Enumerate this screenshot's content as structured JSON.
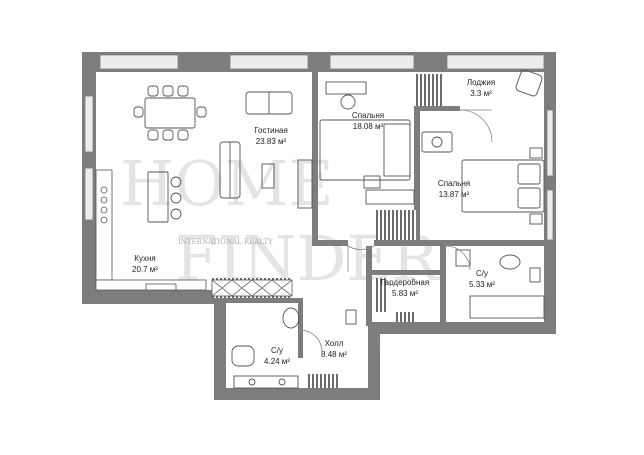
{
  "rooms": [
    {
      "id": "living",
      "name": "Гостиная",
      "area": "23.83 м²"
    },
    {
      "id": "bedroom1",
      "name": "Спальня",
      "area": "18.08 м²"
    },
    {
      "id": "loggia",
      "name": "Лоджия",
      "area": "3.3 м²"
    },
    {
      "id": "bedroom2",
      "name": "Спальня",
      "area": "13.87 м²"
    },
    {
      "id": "kitchen",
      "name": "Кухня",
      "area": "20.7 м²"
    },
    {
      "id": "wardrobe",
      "name": "Гардеробная",
      "area": "5.83 м²"
    },
    {
      "id": "bath2",
      "name": "С/у",
      "area": "5.33 м²"
    },
    {
      "id": "bath1",
      "name": "С/у",
      "area": "4.24 м²"
    },
    {
      "id": "hall",
      "name": "Холл",
      "area": "8.48 м²"
    }
  ],
  "watermark": {
    "line1": "HOME",
    "line2": "FINDER",
    "tagline": "INTERNATIONAL REALTY"
  },
  "colors": {
    "wall": "#7d7d7d",
    "window": "#e6e6e6",
    "floor": "#ffffff",
    "furniture": "#555555",
    "hatch": "#6a6a6a"
  }
}
